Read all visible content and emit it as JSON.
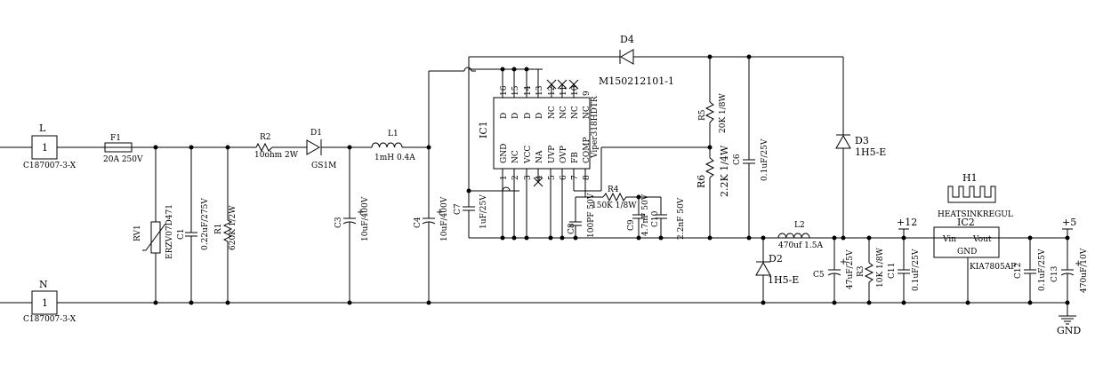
{
  "connectors": {
    "L": {
      "label": "L",
      "pin": "1",
      "part": "C187007-3-X"
    },
    "N": {
      "label": "N",
      "pin": "1",
      "part": "C187007-3-X"
    }
  },
  "components": {
    "F1": {
      "ref": "F1",
      "value": "20A 250V"
    },
    "RV1": {
      "ref": "RV1",
      "value": "ERZV07D471"
    },
    "C1": {
      "ref": "C1",
      "value": "0.22uF/275V"
    },
    "R1": {
      "ref": "R1",
      "value": "620K 1/2W"
    },
    "R2": {
      "ref": "R2",
      "value": "10ohm 2W"
    },
    "D1": {
      "ref": "D1",
      "value": "GS1M"
    },
    "C3": {
      "ref": "C3",
      "value": "10uF/400V"
    },
    "L1": {
      "ref": "L1",
      "value": "1mH 0.4A"
    },
    "C4": {
      "ref": "C4",
      "value": "10uF/400V"
    },
    "C7": {
      "ref": "C7",
      "value": "1uF/25V"
    },
    "D4": {
      "ref": "D4",
      "value": "M150212101-1"
    },
    "IC1": {
      "ref": "IC1",
      "value": "Viper318HDTR"
    },
    "R4": {
      "ref": "R4",
      "value": "150K 1/8W"
    },
    "C8": {
      "ref": "C8",
      "value": "100PF 50V"
    },
    "C9": {
      "ref": "C9",
      "value": "4.7nF 50V"
    },
    "C10": {
      "ref": "C10",
      "value": "2.2nF 50V"
    },
    "R5": {
      "ref": "R5",
      "value": "20K 1/8W"
    },
    "R6": {
      "ref": "R6",
      "value": "2.2K 1/4W"
    },
    "C6": {
      "ref": "C6",
      "value": "0.1uF/25V"
    },
    "D3": {
      "ref": "D3",
      "value": "1H5-E"
    },
    "D2": {
      "ref": "D2",
      "value": "1H5-E"
    },
    "L2": {
      "ref": "L2",
      "value": "470uf 1.5A"
    },
    "C5": {
      "ref": "C5",
      "value": "47uF/25V"
    },
    "R3": {
      "ref": "R3",
      "value": "10K 1/8W"
    },
    "C11": {
      "ref": "C11",
      "value": "0.1uF/25V"
    },
    "IC2": {
      "ref": "IC2",
      "value": "KIA7805AP",
      "vin": "Vin",
      "vout": "Vout",
      "gnd": "GND"
    },
    "C12": {
      "ref": "C12",
      "value": "0.1uF/25V"
    },
    "C13": {
      "ref": "C13",
      "value": "470uF/10V"
    },
    "H1": {
      "ref": "H1",
      "value": "HEATSINKREGUL"
    }
  },
  "ic1_pins_top": [
    {
      "num": "16",
      "name": "D"
    },
    {
      "num": "15",
      "name": "D"
    },
    {
      "num": "14",
      "name": "D"
    },
    {
      "num": "13",
      "name": "D"
    },
    {
      "num": "12",
      "name": "NC"
    },
    {
      "num": "11",
      "name": "NC"
    },
    {
      "num": "10",
      "name": "NC"
    },
    {
      "num": "9",
      "name": "NC"
    }
  ],
  "ic1_pins_bottom": [
    {
      "num": "1",
      "name": "GND"
    },
    {
      "num": "2",
      "name": "NC"
    },
    {
      "num": "3",
      "name": "VCC"
    },
    {
      "num": "4",
      "name": "NA"
    },
    {
      "num": "5",
      "name": "UVP"
    },
    {
      "num": "6",
      "name": "OVP"
    },
    {
      "num": "7",
      "name": "FB"
    },
    {
      "num": "8",
      "name": "COMP"
    }
  ],
  "nets": {
    "p12": "+12",
    "p5": "+5",
    "gnd": "GND"
  }
}
